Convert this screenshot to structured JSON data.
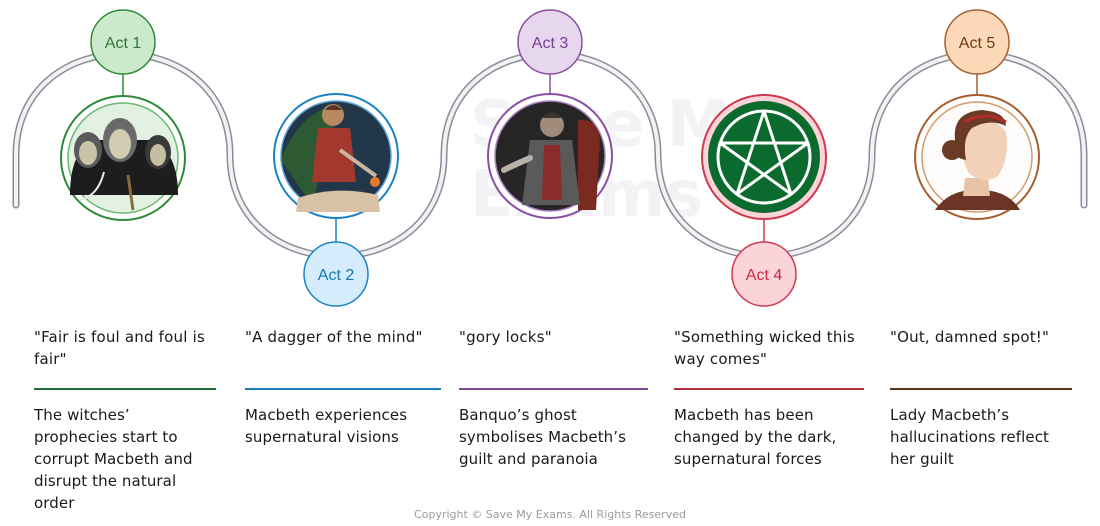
{
  "watermark": [
    "Save My",
    "Exams"
  ],
  "acts": [
    {
      "label": "Act 1",
      "quote": "\"Fair is foul and foul is fair\"",
      "description": "The witches’ prophecies start to corrupt Macbeth and disrupt the natural order",
      "image": "three-witches-illustration",
      "colors": {
        "fill": "#cde9cc",
        "stroke": "#2e8b3a",
        "text": "#2e7a35",
        "rule": "#1f6e3a"
      }
    },
    {
      "label": "Act 2",
      "quote": "\"A dagger of the mind\"",
      "description": "Macbeth experiences supernatural visions",
      "image": "macbeth-dagger-illustration",
      "colors": {
        "fill": "#d4ecfb",
        "stroke": "#1b83c3",
        "text": "#1577b4",
        "rule": "#1b7fb8"
      }
    },
    {
      "label": "Act 3",
      "quote": "\"gory locks\"",
      "description": "Banquo’s ghost symbolises Macbeth’s guilt and paranoia",
      "image": "banquo-ghost-illustration",
      "colors": {
        "fill": "#e6d6ee",
        "stroke": "#8a4fa3",
        "text": "#7c3d95",
        "rule": "#7e4a96"
      }
    },
    {
      "label": "Act 4",
      "quote": "\"Something wicked this way comes\"",
      "description": "Macbeth has been changed by the dark, supernatural forces",
      "image": "pentagram-illustration",
      "colors": {
        "fill": "#fbd4d9",
        "stroke": "#cf3a4d",
        "text": "#c42c40",
        "rule": "#b5303f"
      }
    },
    {
      "label": "Act 5",
      "quote": "\"Out, damned spot!\"",
      "description": "Lady Macbeth’s hallucinations reflect her guilt",
      "image": "lady-macbeth-illustration",
      "colors": {
        "fill": "#fbd9b9",
        "stroke": "#a85e2e",
        "text": "#6b3a1a",
        "rule": "#5a341f"
      }
    }
  ],
  "copyright": "Copyright © Save My Exams. All Rights Reserved"
}
